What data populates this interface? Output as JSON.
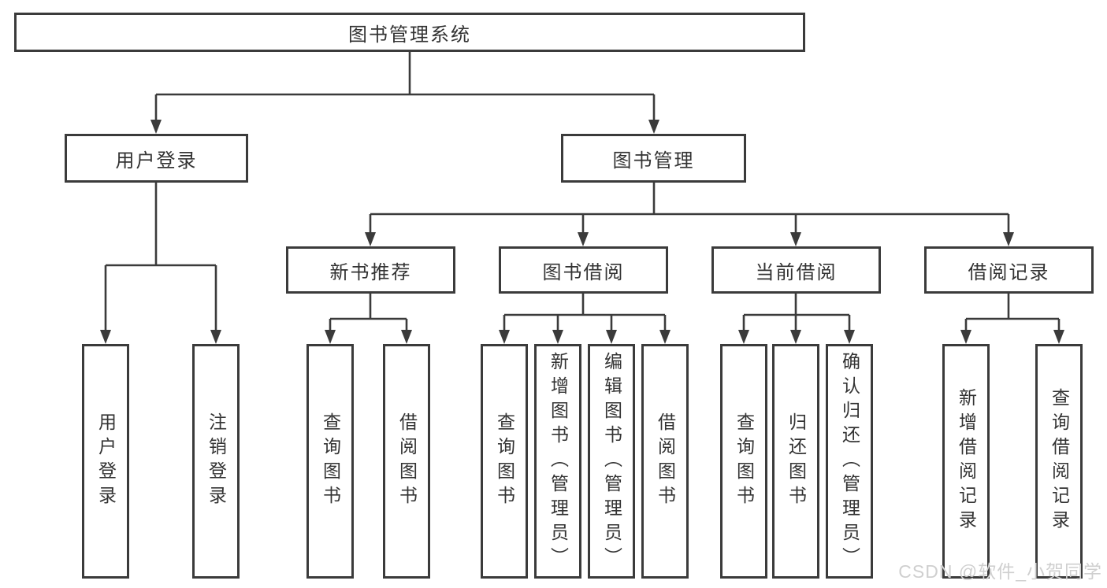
{
  "diagram": {
    "type": "hierarchy-tree",
    "root": {
      "label": "图书管理系统",
      "children": [
        {
          "label": "用户登录",
          "children": [
            {
              "label": "用户登录"
            },
            {
              "label": "注销登录"
            }
          ]
        },
        {
          "label": "图书管理",
          "children": [
            {
              "label": "新书推荐",
              "children": [
                {
                  "label": "查询图书"
                },
                {
                  "label": "借阅图书"
                }
              ]
            },
            {
              "label": "图书借阅",
              "children": [
                {
                  "label": "查询图书"
                },
                {
                  "label": "新增图书（管理员）"
                },
                {
                  "label": "编辑图书（管理员）"
                },
                {
                  "label": "借阅图书"
                }
              ]
            },
            {
              "label": "当前借阅",
              "children": [
                {
                  "label": "查询图书"
                },
                {
                  "label": "归还图书"
                },
                {
                  "label": "确认归还（管理员）"
                }
              ]
            },
            {
              "label": "借阅记录",
              "children": [
                {
                  "label": "新增借阅记录"
                },
                {
                  "label": "查询借阅记录"
                }
              ]
            }
          ]
        }
      ]
    },
    "colors": {
      "line": "#3b3b3b",
      "text": "#333333",
      "background": "#ffffff",
      "watermark": "#cfcfcf"
    }
  },
  "watermark": {
    "text": "CSDN @软件_小贺同学"
  }
}
